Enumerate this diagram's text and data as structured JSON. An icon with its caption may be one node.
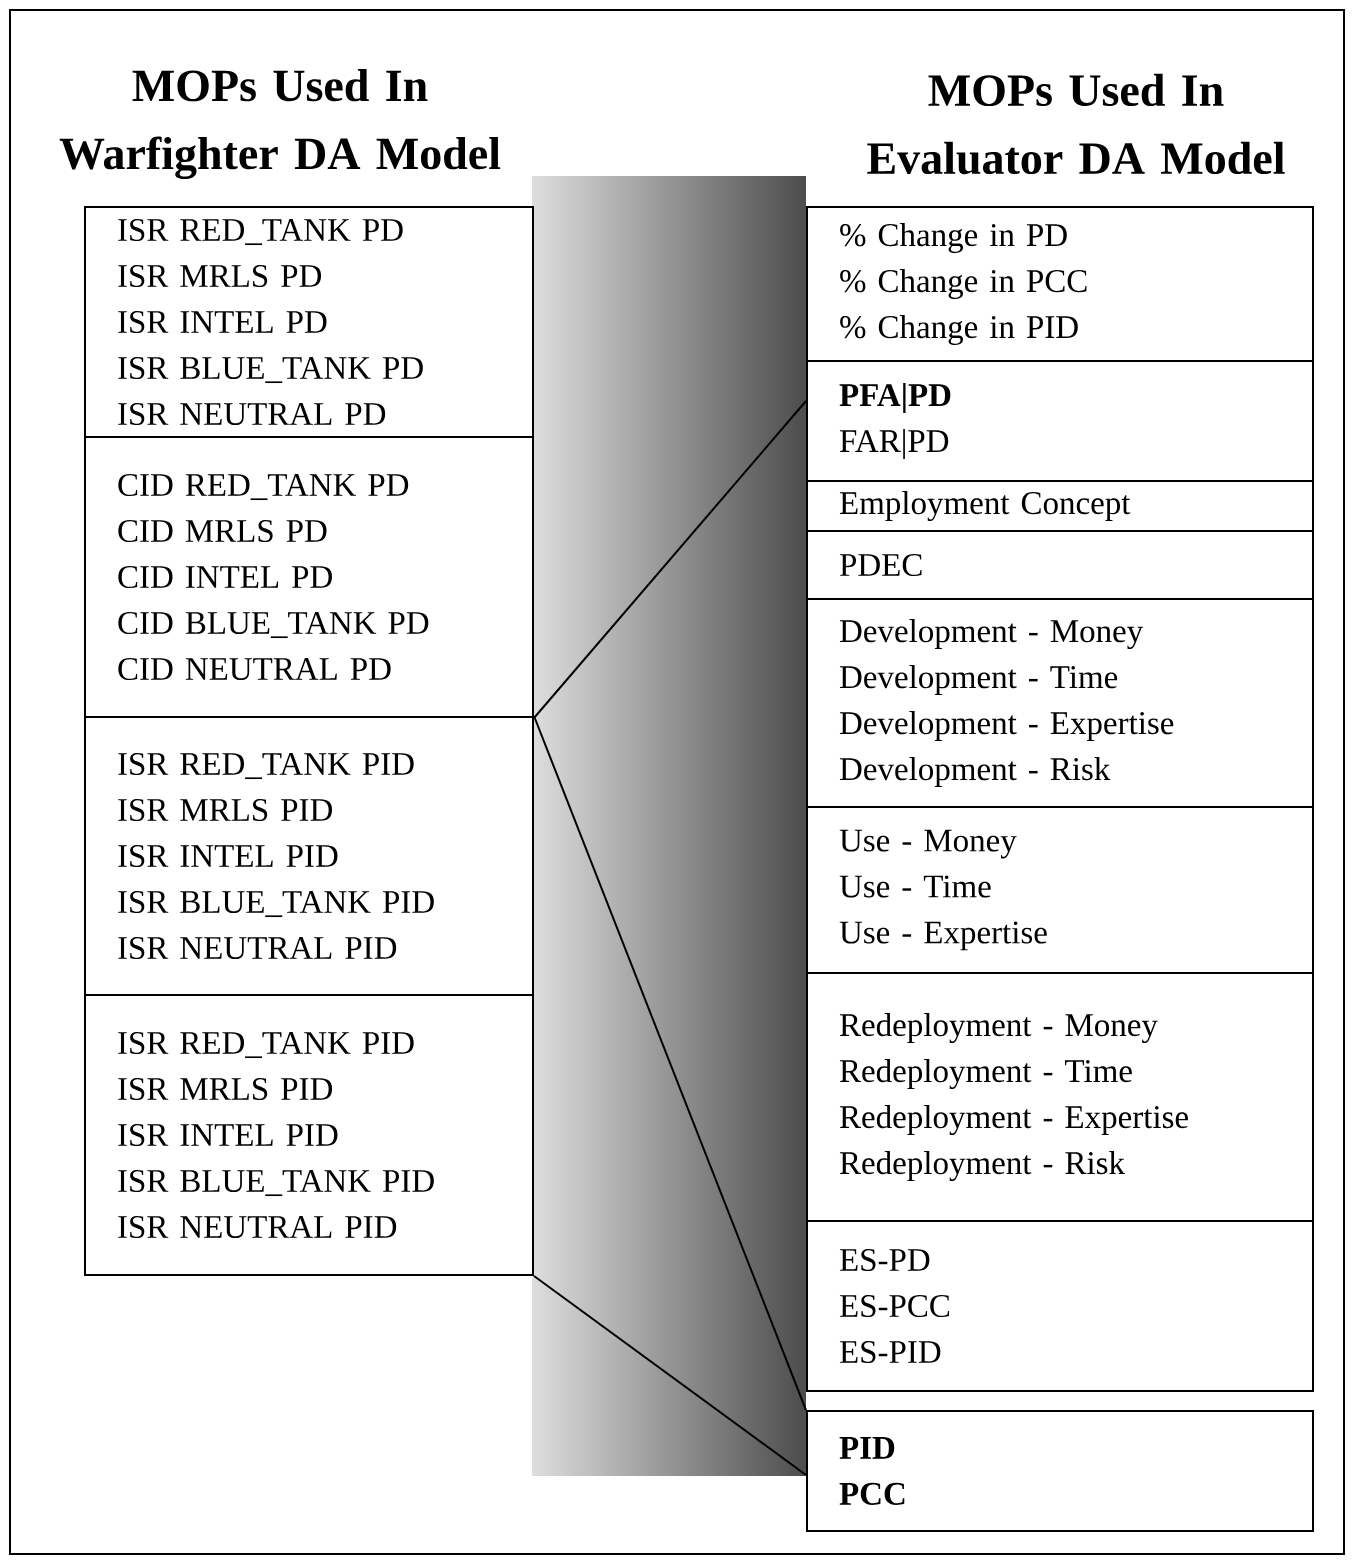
{
  "diagram": {
    "nodes": [
      {
        "text": [
          "ISR RED_TANK PD",
          "ISR MRLS PD",
          "ISR INTEL PD",
          "ISR BLUE_TANK PD",
          "ISR NEUTRAL PD"
        ]
      },
      {
        "text": [
          "CID RED_TANK PD",
          "CID MRLS PD",
          "CID INTEL PD",
          "CID BLUE_TANK PD",
          "CID NEUTRAL PD"
        ]
      },
      {
        "text": [
          "ISR RED_TANK PID",
          "ISR MRLS PID",
          "ISR INTEL PID",
          "ISR BLUE_TANK PID",
          "ISR NEUTRAL PID"
        ]
      },
      {
        "text": [
          "ISR RED_TANK PID",
          "ISR MRLS PID",
          "ISR INTEL PID",
          "ISR BLUE_TANK PID",
          "ISR NEUTRAL PID"
        ]
      },
      {
        "text": [
          "% Change in PD",
          "% Change in PCC",
          "% Change in PID"
        ]
      },
      {
        "text": [
          "**PFA|PD**",
          "FAR|PD"
        ]
      },
      {
        "text": [
          "Employment Concept"
        ]
      },
      {
        "text": [
          "PDEC"
        ]
      },
      {
        "text": [
          "Development - Money",
          "Development - Time",
          "Development - Expertise",
          "Development - Risk"
        ]
      },
      {
        "text": [
          "Use - Money",
          "Use - Time",
          "Use - Expertise"
        ]
      },
      {
        "text": [
          "Redeployment - Money",
          "Redeployment - Time",
          "Redeployment - Expertise",
          "Redeployment - Risk"
        ]
      },
      {
        "text": [
          "ES-PD",
          "ES-PCC",
          "ES-PID"
        ]
      },
      {
        "text": [
          "**PID**",
          "**PCC**"
        ]
      }
    ],
    "edges": [
      {
        "from": 1,
        "to": 5,
        "arrow": "none"
      },
      {
        "from": 2,
        "to": 12,
        "arrow": "none"
      },
      {
        "from": 3,
        "to": 12,
        "arrow": "none"
      }
    ],
    "labels": [
      "MOPs Used In Warfighter DA Model",
      "MOPs Used In Evaluator DA Model"
    ]
  }
}
